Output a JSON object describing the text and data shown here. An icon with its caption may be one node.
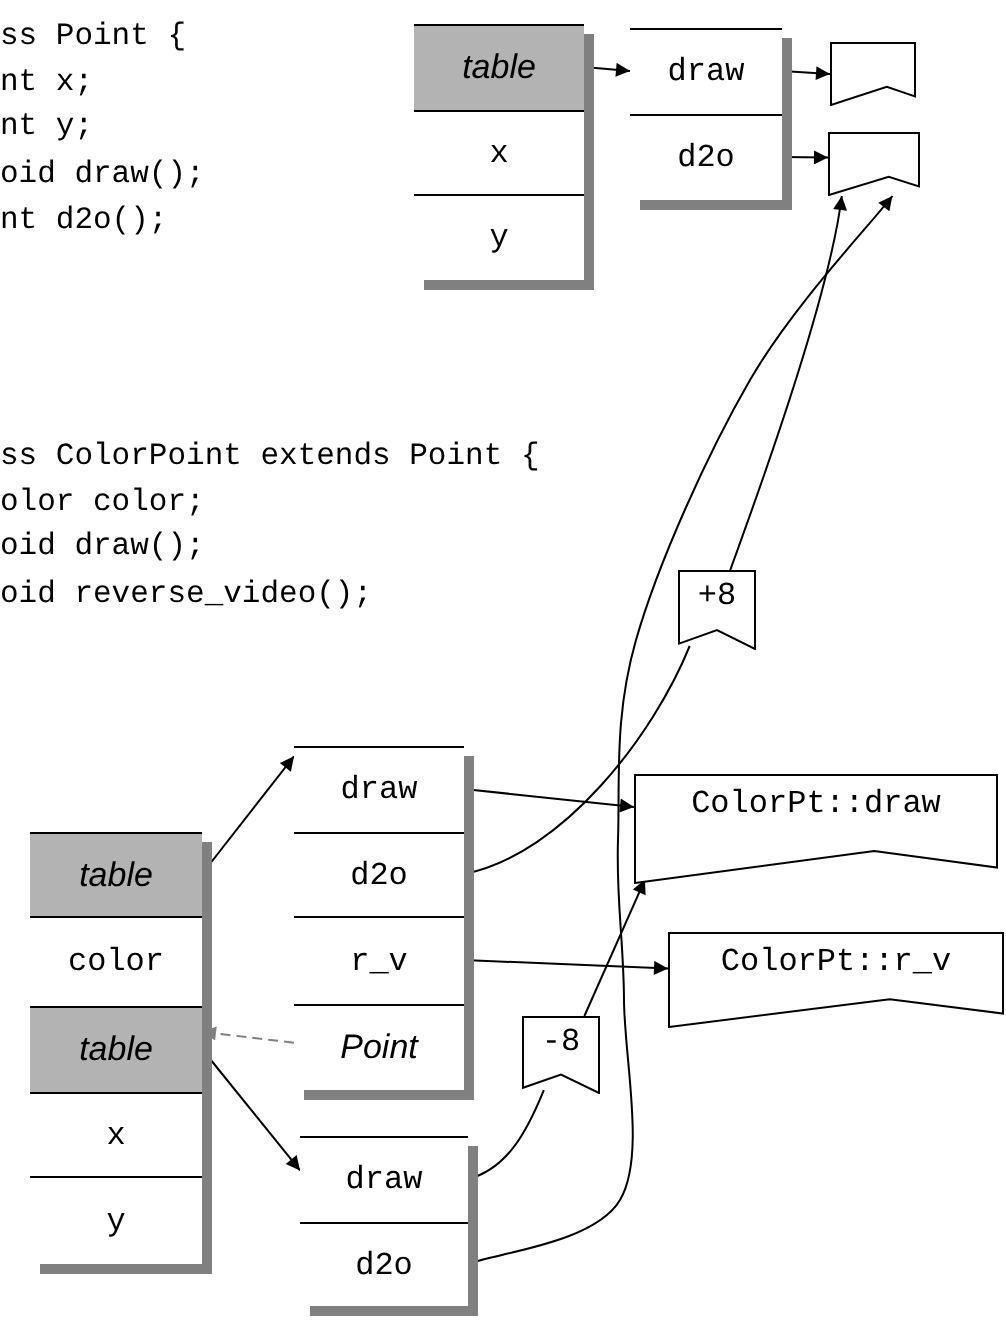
{
  "diagram": {
    "nodes": [
      {
        "text": [],
        "shape": "box"
      },
      {
        "text": [
          "table"
        ],
        "in": 0
      },
      {
        "text": [
          "x"
        ],
        "in": 0
      },
      {
        "text": [
          "y"
        ],
        "in": 0
      },
      {
        "text": [],
        "shape": "box"
      },
      {
        "text": [
          "draw"
        ],
        "in": 4
      },
      {
        "text": [
          "d2o"
        ],
        "in": 4
      },
      {
        "text": [],
        "shape": "box"
      },
      {
        "text": [],
        "shape": "box"
      },
      {
        "text": [
          "+8"
        ]
      },
      {
        "text": [],
        "shape": "box"
      },
      {
        "text": [
          "table"
        ],
        "in": 10
      },
      {
        "text": [
          "color"
        ],
        "in": 10
      },
      {
        "text": [],
        "shape": "box",
        "in": 10
      },
      {
        "text": [
          "table"
        ],
        "in": 13
      },
      {
        "text": [
          "x"
        ],
        "in": 13
      },
      {
        "text": [
          "y"
        ],
        "in": 13
      },
      {
        "text": [],
        "shape": "box"
      },
      {
        "text": [],
        "shape": "box",
        "in": 17
      },
      {
        "text": [
          "draw"
        ],
        "in": 18
      },
      {
        "text": [
          "d2o"
        ],
        "in": 18
      },
      {
        "text": [
          "r_v"
        ],
        "in": 17
      },
      {
        "text": [
          "Point"
        ],
        "in": 17
      },
      {
        "text": [
          "ColorPt::draw"
        ]
      },
      {
        "text": [
          "ColorPt::r_v"
        ]
      },
      {
        "text": [
          "-8"
        ]
      },
      {
        "text": [],
        "shape": "box"
      },
      {
        "text": [
          "draw"
        ],
        "in": 26
      },
      {
        "text": [
          "d2o"
        ],
        "in": 26
      }
    ],
    "edges": [
      {
        "from": 1,
        "to": 5,
        "arrow": "to"
      },
      {
        "from": 5,
        "to": 7,
        "arrow": "to"
      },
      {
        "from": 6,
        "to": 8,
        "arrow": "to"
      },
      {
        "from": 11,
        "to": 19,
        "arrow": "to"
      },
      {
        "from": 19,
        "to": 23,
        "arrow": "to"
      },
      {
        "from": 20,
        "to": 9,
        "arrow": "none"
      },
      {
        "from": 9,
        "to": 8,
        "arrow": "to"
      },
      {
        "from": 21,
        "to": 24,
        "arrow": "to"
      },
      {
        "from": 22,
        "to": 14,
        "arrow": "to",
        "style": "dashed",
        "color": "#808080"
      },
      {
        "from": 14,
        "to": 27,
        "arrow": "to"
      },
      {
        "from": 27,
        "to": 25,
        "arrow": "none"
      },
      {
        "from": 25,
        "to": 23,
        "arrow": "to"
      },
      {
        "from": 28,
        "to": 8,
        "arrow": "to"
      }
    ],
    "labels": [
      "ss Point {",
      "nt x;",
      "nt y;",
      "oid draw();",
      "nt d2o();",
      "ss ColorPoint extends Point {",
      "olor color;",
      "oid draw();",
      "oid reverse_video();"
    ]
  }
}
